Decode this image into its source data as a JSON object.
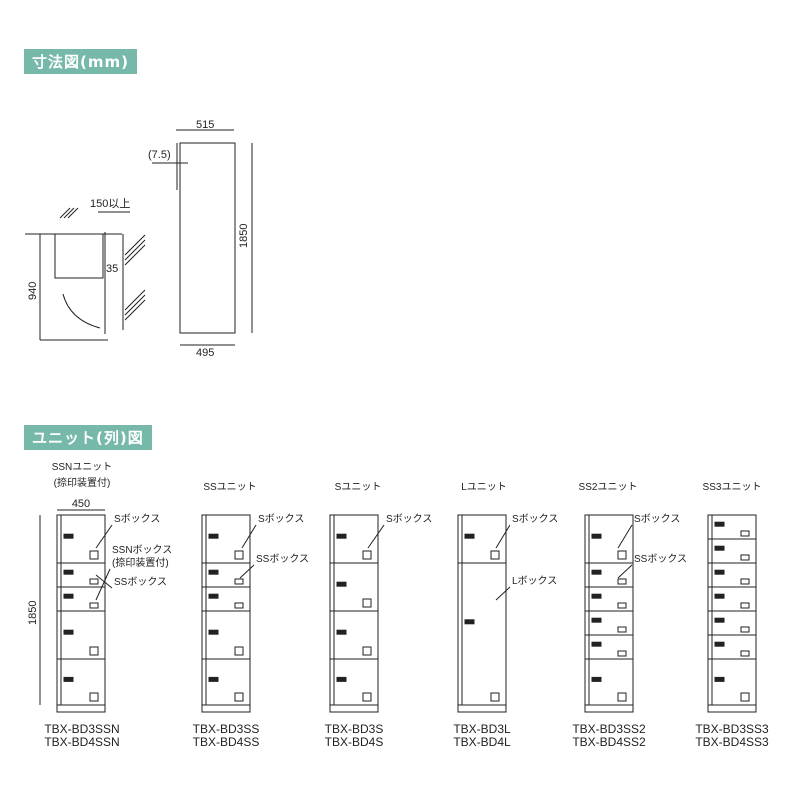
{
  "sections": {
    "dimensions_title": "寸法図(mm)",
    "units_title": "ユニット(列)図"
  },
  "dimensions": {
    "width_top": "515",
    "width_bottom": "495",
    "offset": "(7.5)",
    "height": "1850",
    "clearance": "150以上",
    "depth_35": "35",
    "side_height": "940"
  },
  "units": [
    {
      "name": "SSNユニット",
      "sub": "(捺印装置付)",
      "width": "450",
      "height": "1850",
      "callouts": [
        "Sボックス",
        "SSNボックス",
        "(捺印装置付)",
        "SSボックス"
      ],
      "models": [
        "TBX-BD3SSN",
        "TBX-BD4SSN"
      ]
    },
    {
      "name": "SSユニット",
      "callouts": [
        "Sボックス",
        "SSボックス"
      ],
      "models": [
        "TBX-BD3SS",
        "TBX-BD4SS"
      ]
    },
    {
      "name": "Sユニット",
      "callouts": [
        "Sボックス"
      ],
      "models": [
        "TBX-BD3S",
        "TBX-BD4S"
      ]
    },
    {
      "name": "Lユニット",
      "callouts": [
        "Sボックス",
        "Lボックス"
      ],
      "models": [
        "TBX-BD3L",
        "TBX-BD4L"
      ]
    },
    {
      "name": "SS2ユニット",
      "callouts": [
        "Sボックス",
        "SSボックス"
      ],
      "models": [
        "TBX-BD3SS2",
        "TBX-BD4SS2"
      ]
    },
    {
      "name": "SS3ユニット",
      "callouts": [],
      "models": [
        "TBX-BD3SS3",
        "TBX-BD4SS3"
      ]
    }
  ]
}
